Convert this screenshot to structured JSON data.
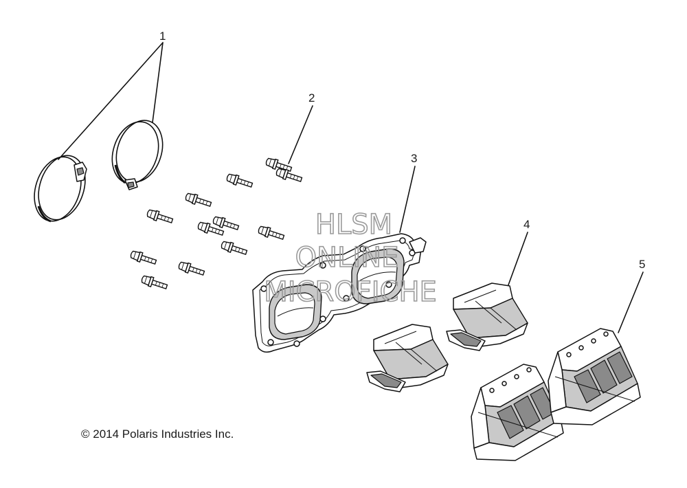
{
  "callouts": [
    "1",
    "2",
    "3",
    "4",
    "5"
  ],
  "copyright": "© 2014 Polaris Industries Inc.",
  "watermark": {
    "line1": "HLSM",
    "line2": "ONLINE",
    "line3": "MICROFICHE"
  },
  "colors": {
    "line": "#111111",
    "fill": "#c9c9c9",
    "watermark": "#9a9a9a"
  }
}
